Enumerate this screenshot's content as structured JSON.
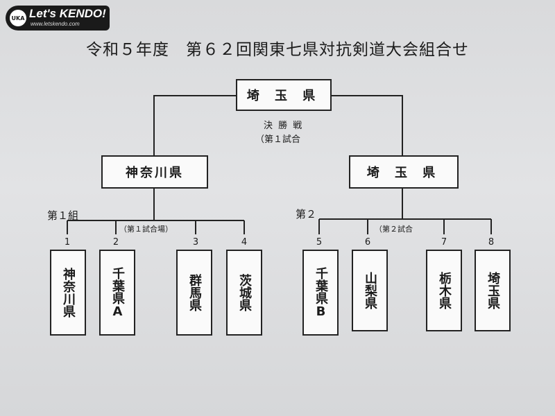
{
  "logo": {
    "mark": "UKA",
    "text": "Let's KENDO!",
    "url": "www.letskendo.com"
  },
  "title": "令和５年度　第６２回関東七県対抗剣道大会組合せ",
  "champion": "埼 玉 県",
  "final": {
    "label": "決 勝 戦",
    "sub": "（第１試合"
  },
  "semifinal_left": "神奈川県",
  "semifinal_right": "埼 玉 県",
  "groups": [
    {
      "label": "第１組",
      "venue": "（第１試合場）"
    },
    {
      "label": "第２",
      "venue": "（第２試合"
    }
  ],
  "teams": [
    {
      "number": "1",
      "name": "神奈川県"
    },
    {
      "number": "2",
      "name": "千葉県A"
    },
    {
      "number": "3",
      "name": "群馬県"
    },
    {
      "number": "4",
      "name": "茨城県"
    },
    {
      "number": "5",
      "name": "千葉県B"
    },
    {
      "number": "6",
      "name": "山梨県"
    },
    {
      "number": "7",
      "name": "栃木県"
    },
    {
      "number": "8",
      "name": "埼玉県"
    }
  ]
}
